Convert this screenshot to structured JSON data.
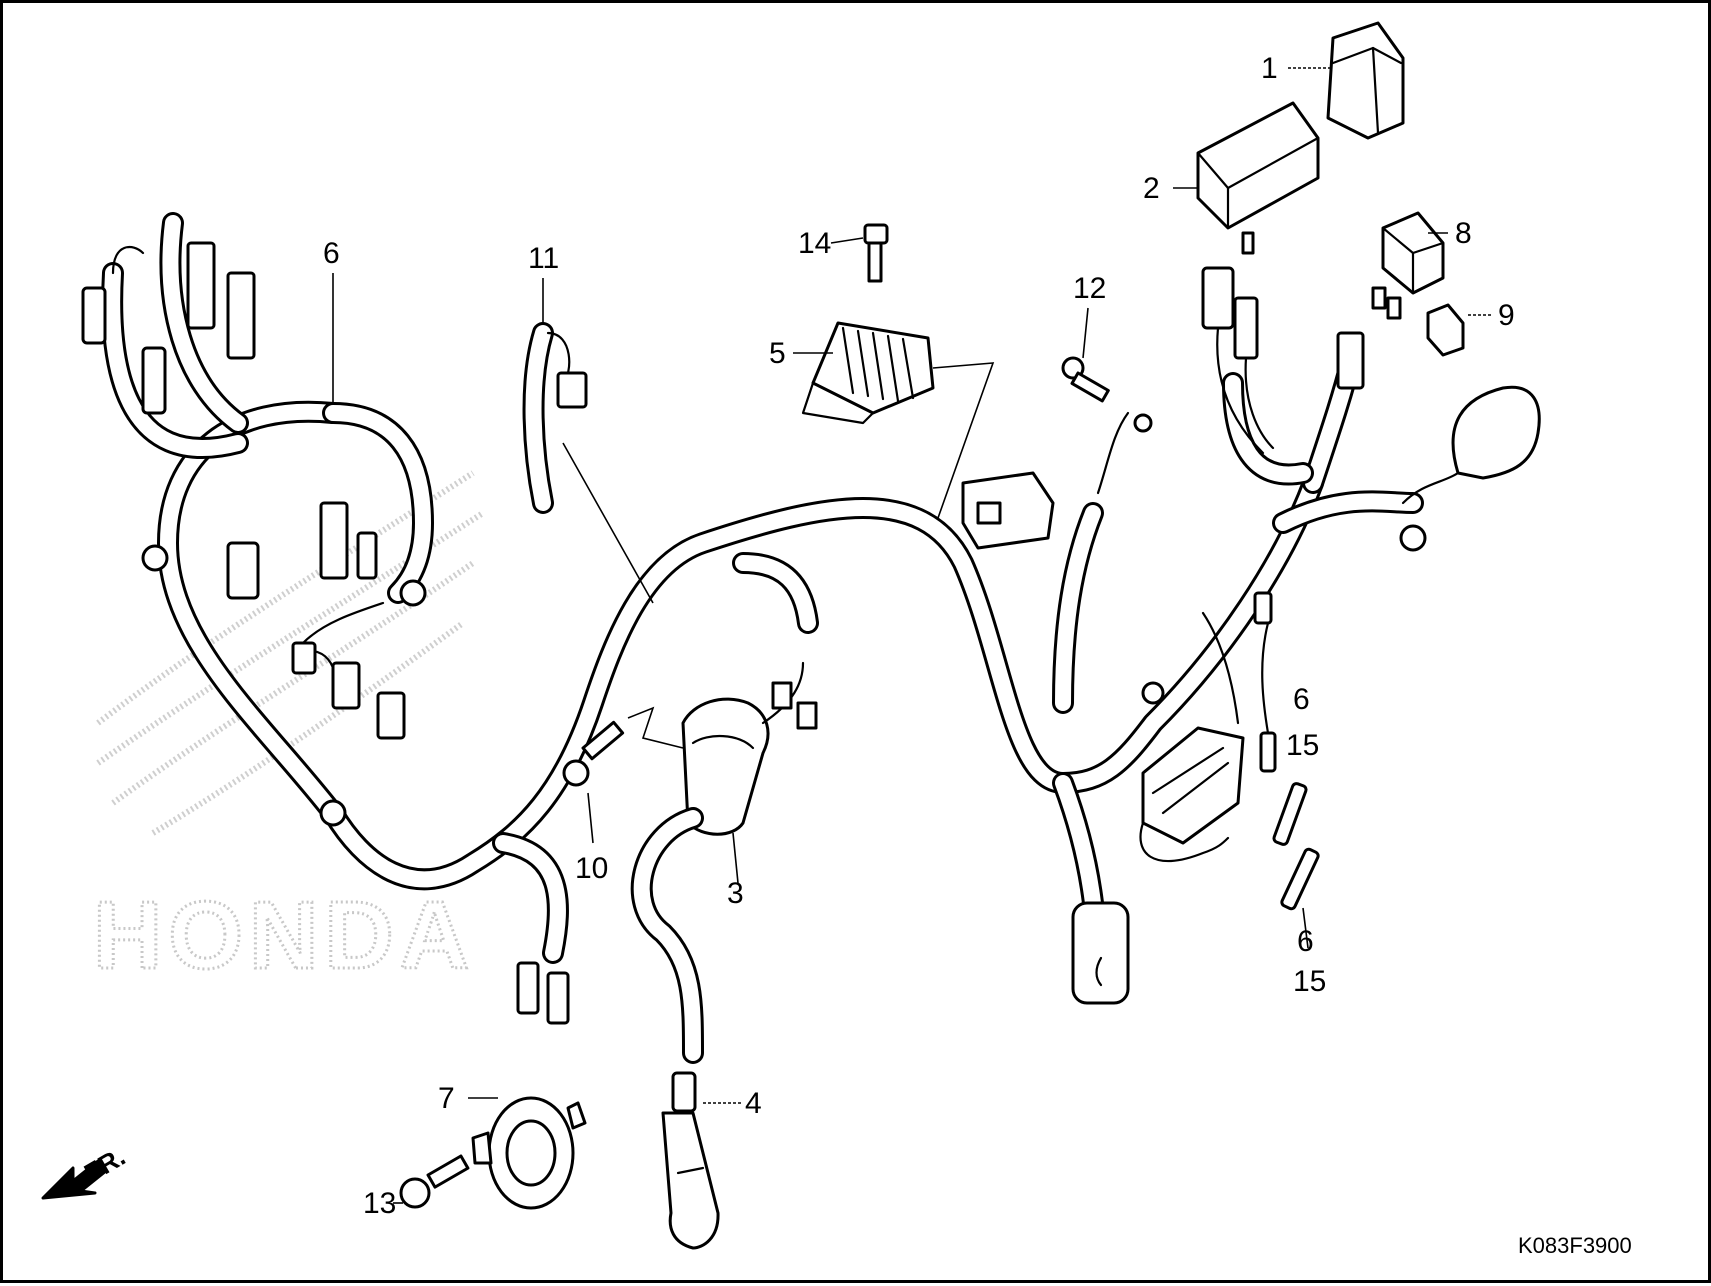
{
  "callouts": {
    "p1": "1",
    "p2": "2",
    "p3": "3",
    "p4": "4",
    "p5": "5",
    "p6_harness": "6",
    "p6_fuse_a": "6",
    "p15_fuse_a": "15",
    "p6_fuse_b": "6",
    "p15_fuse_b": "15",
    "p7": "7",
    "p8": "8",
    "p9": "9",
    "p10": "10",
    "p11": "11",
    "p12": "12",
    "p13": "13",
    "p14": "14"
  },
  "front_marker": "FR.",
  "drawing_code": "K083F3900",
  "watermark_text": "HONDA"
}
